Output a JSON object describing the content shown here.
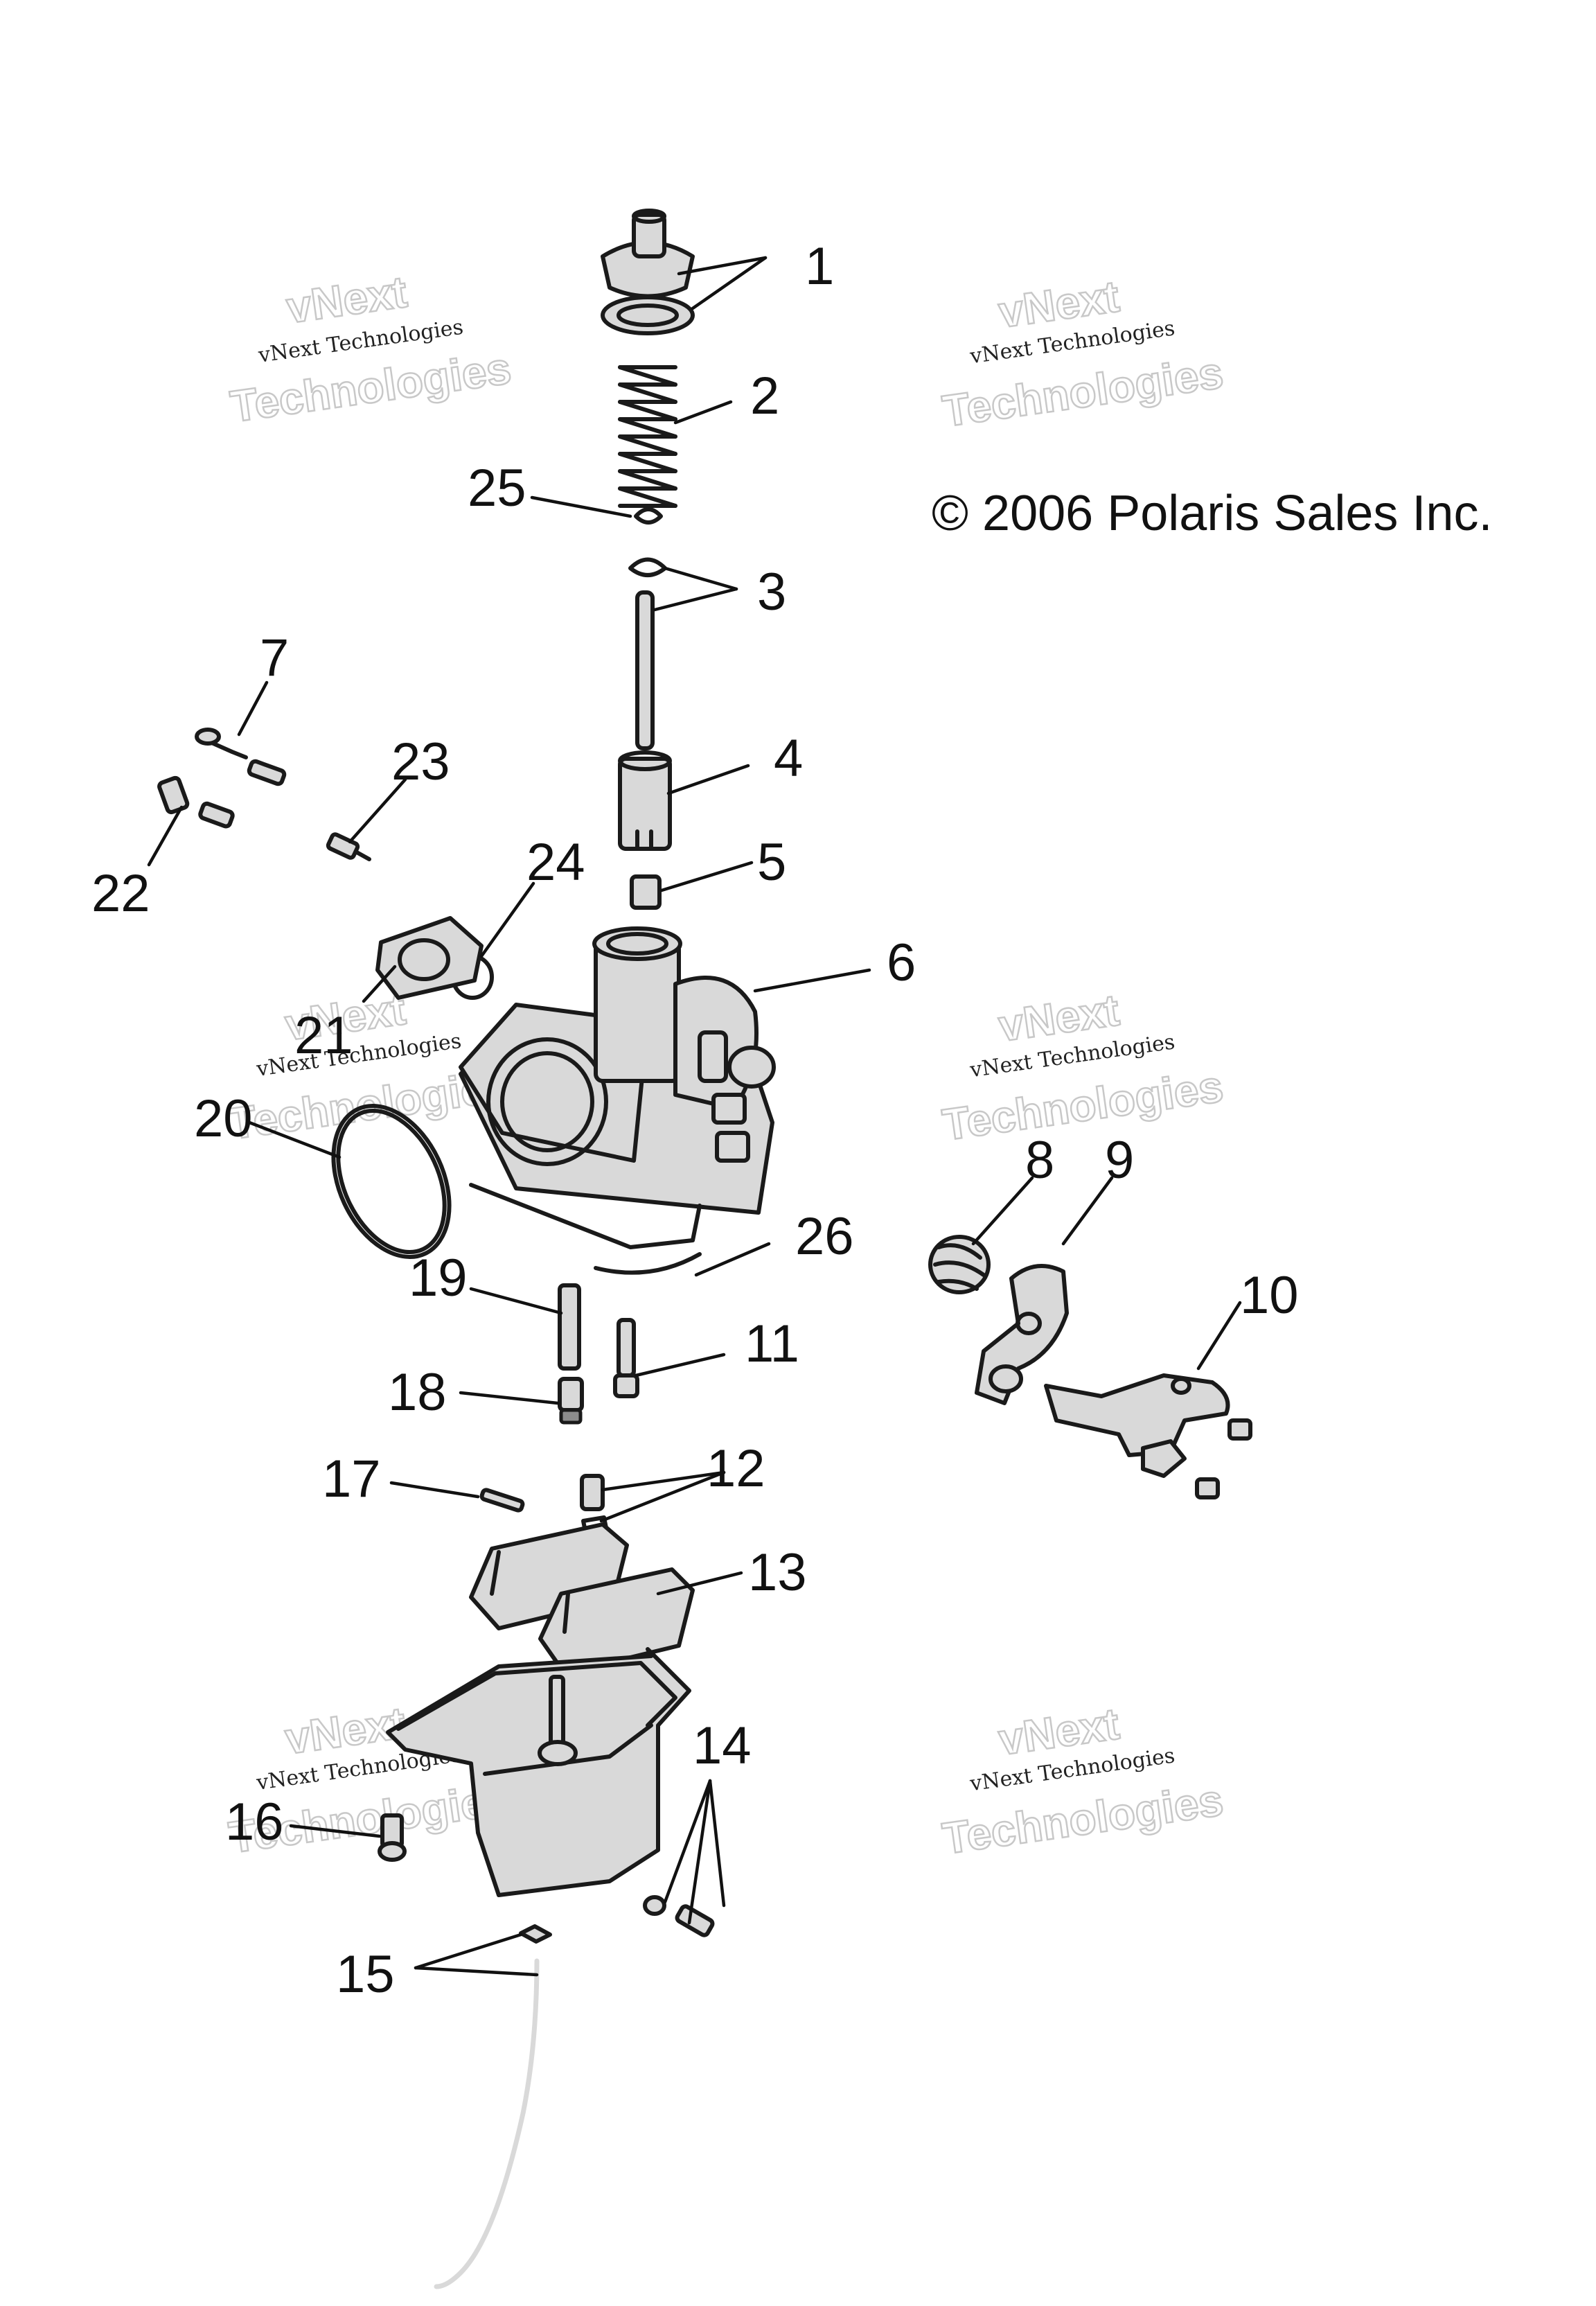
{
  "copyright": "© 2006 Polaris Sales Inc.",
  "watermark": {
    "line_small": "vNext Technologies",
    "line_top": "vNext",
    "line_bottom": "Technologies"
  },
  "callouts": {
    "c1": "1",
    "c2": "2",
    "c3": "3",
    "c4": "4",
    "c5": "5",
    "c6": "6",
    "c7": "7",
    "c8": "8",
    "c9": "9",
    "c10": "10",
    "c11": "11",
    "c12": "12",
    "c13": "13",
    "c14": "14",
    "c15": "15",
    "c16": "16",
    "c17": "17",
    "c18": "18",
    "c19": "19",
    "c20": "20",
    "c21": "21",
    "c22": "22",
    "c23": "23",
    "c24": "24",
    "c25": "25",
    "c26": "26"
  }
}
